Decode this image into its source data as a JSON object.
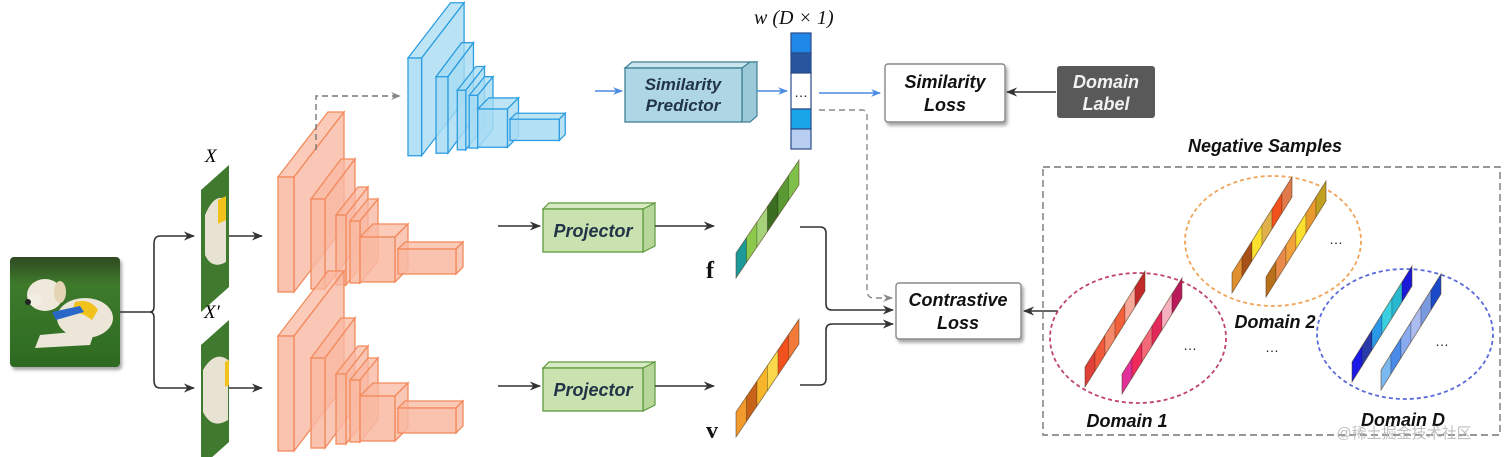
{
  "diagram": {
    "input": {
      "image_label": "dog-photo",
      "view1_label": "X",
      "view2_label": "X′"
    },
    "encoder_top_color": "#f9b8a2",
    "encoder_bottom_color": "#f9b8a2",
    "encoder_stroke": "#f28a5c",
    "similarity_encoder_color": "#a7dcf3",
    "similarity_encoder_stroke": "#2e9ee0",
    "similarity_predictor": {
      "line1": "Similarity",
      "line2": "Predictor"
    },
    "weight_vector": {
      "label": "w (D × 1)",
      "ellipsis": "…",
      "cells": [
        "#1f87e8",
        "#27559e",
        "#ffffff",
        "#1aa5e8",
        "#b7cef0"
      ]
    },
    "similarity_loss": {
      "line1": "Similarity",
      "line2": "Loss"
    },
    "domain_label": {
      "line1": "Domain",
      "line2": "Label"
    },
    "projector_top": {
      "label": "Projector"
    },
    "projector_bottom": {
      "label": "Projector"
    },
    "feature_f": {
      "label": "f",
      "cells": [
        "#1c9a9a",
        "#8cc84b",
        "#a6d37a",
        "#3c6e22",
        "#5a9a35",
        "#7fc04a"
      ]
    },
    "feature_v": {
      "label": "v",
      "cells": [
        "#f29a2e",
        "#c8641a",
        "#f6b52a",
        "#fbd84a",
        "#f2501c",
        "#f07a3a"
      ]
    },
    "contrastive_loss": {
      "line1": "Contrastive",
      "line2": "Loss"
    },
    "negative_samples": {
      "title": "Negative Samples",
      "between_ellipsis": "…",
      "domains": [
        {
          "label": "Domain 1",
          "ellipse_color": "#c0436a",
          "ellipsis": "…",
          "bars": [
            [
              "#e0403a",
              "#f05a3a",
              "#f58a6a",
              "#f0603a",
              "#f7a898",
              "#c22a2a"
            ],
            [
              "#e2309a",
              "#f02a5a",
              "#f46a7a",
              "#e22a5a",
              "#f7b0c0",
              "#b81a5a"
            ]
          ]
        },
        {
          "label": "Domain 2",
          "ellipse_color": "#f0a45a",
          "ellipsis": "…",
          "bars": [
            [
              "#e0902e",
              "#a8501a",
              "#fbe02e",
              "#e0b04a",
              "#f2501c",
              "#e07a4a"
            ],
            [
              "#b8701a",
              "#e88a4a",
              "#f2a03a",
              "#fbe02e",
              "#e89a2e",
              "#c0a020"
            ]
          ]
        },
        {
          "label": "Domain D",
          "ellipse_color": "#5a6ad8",
          "ellipsis": "…",
          "bars": [
            [
              "#1a1ae8",
              "#2a3aa8",
              "#2a9ae8",
              "#3ad0e0",
              "#2ab8d0",
              "#1a1ad8"
            ],
            [
              "#7ab8f0",
              "#4a8ae8",
              "#8aaaf0",
              "#aabcf0",
              "#7a9ae0",
              "#1a4ac8"
            ]
          ]
        }
      ]
    },
    "watermark": "@稀土掘金技术社区"
  }
}
